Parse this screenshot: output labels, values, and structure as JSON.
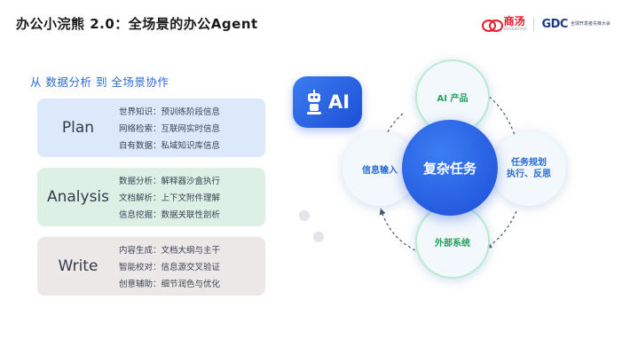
{
  "header": {
    "title": "办公小浣熊 2.0：全场景的办公Agent",
    "logo_shangtang": "商汤",
    "logo_shangtang_sub": "sensetime",
    "logo_gdc_mark": "GDC",
    "logo_gdc_text": "全球开发者先锋大会"
  },
  "subtitle": "从 数据分析 到 全场景协作",
  "cards": [
    {
      "name": "Plan",
      "lines": [
        "世界知识：预训练阶段信息",
        "网络检索：互联网实时信息",
        "自有数据：私域知识库信息"
      ]
    },
    {
      "name": "Analysis",
      "lines": [
        "数据分析：解释器沙盒执行",
        "文档解析：上下文附件理解",
        "信息挖掘：数据关联性剖析"
      ]
    },
    {
      "name": "Write",
      "lines": [
        "内容生成：文档大纲与主干",
        "智能校对：信息源交叉验证",
        "创意辅助：细节润色与优化"
      ]
    }
  ],
  "ai_badge": {
    "label": "AI",
    "icon": "robot-icon"
  },
  "diagram": {
    "center": "复杂任务",
    "top": "AI 产品",
    "left": "信息输入",
    "right_line1": "任务规划",
    "right_line2": "执行、反思",
    "bottom": "外部系统"
  },
  "colors": {
    "accent_blue": "#2b6bd6",
    "accent_green": "#23a35b",
    "brand_red": "#e11d2e"
  }
}
